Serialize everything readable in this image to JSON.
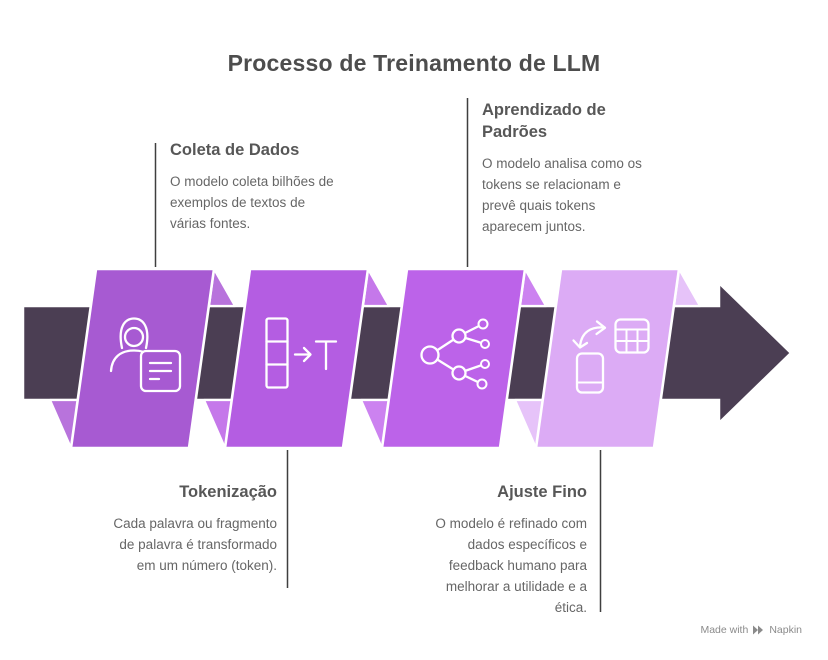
{
  "title": {
    "text": "Processo de Treinamento de LLM"
  },
  "colors": {
    "background": "#ffffff",
    "arrow": "#4b3e53",
    "shape_outline": "#ffffff",
    "connector_line": "#3f3f3f",
    "title_text": "#4d4d4d",
    "heading_text": "#575757",
    "body_text": "#666666",
    "footer_text": "#8b8b8b"
  },
  "steps": [
    {
      "title": "Coleta de Dados",
      "lines": [
        "O modelo coleta bilhões de",
        "exemplos de textos de",
        "várias fontes."
      ],
      "color": "#a75ad2",
      "fold_color": "#b873dc",
      "icon": "person-with-document-icon",
      "label_position": "top"
    },
    {
      "title": "Tokenização",
      "lines": [
        "Cada palavra ou fragmento",
        "de palavra é transformado",
        "em um número (token)."
      ],
      "color": "#b45de2",
      "fold_color": "#c578ea",
      "icon": "tokens-to-t-icon",
      "label_position": "bottom"
    },
    {
      "title": "Aprendizado de Padrões",
      "title_lines": [
        "Aprendizado de",
        "Padrões"
      ],
      "lines": [
        "O modelo analisa como os",
        "tokens se relacionam e",
        "prevê quais tokens",
        "aparecem juntos."
      ],
      "color": "#bc63e9",
      "fold_color": "#cc82f0",
      "icon": "network-nodes-icon",
      "label_position": "top"
    },
    {
      "title": "Ajuste Fino",
      "lines": [
        "O modelo é refinado com",
        "dados específicos e",
        "feedback humano para",
        "melhorar a utilidade e a",
        "ética."
      ],
      "color": "#dcabf5",
      "fold_color": "#e6c3f9",
      "icon": "device-sync-table-icon",
      "label_position": "bottom"
    }
  ],
  "footer": {
    "made_with": "Made with",
    "brand": "Napkin"
  }
}
